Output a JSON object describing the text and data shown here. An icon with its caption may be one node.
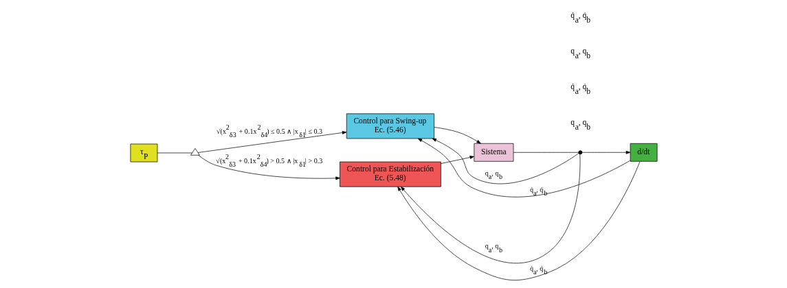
{
  "diagram": {
    "nodes": [
      {
        "text": [
          "τ$_{P}$"
        ]
      },
      {
        "text": [],
        "shape": "switch"
      },
      {
        "text": [
          "Control para Swing-up",
          "Ec. (5.46)"
        ]
      },
      {
        "text": [
          "Control para Estabilización",
          "Ec. (5.48)"
        ]
      },
      {
        "text": [
          "Sistema"
        ]
      },
      {
        "text": [],
        "shape": "circle"
      },
      {
        "text": [
          "d/dt"
        ]
      }
    ],
    "edges": [
      {
        "from": 0,
        "to": 1,
        "arrow": "none"
      },
      {
        "from": 1,
        "to": 2,
        "arrow": "to",
        "label": "√(x$^{2}$$_{δ3}$ + 0.1x$^{2}$$_{δ4}$) ≤ 0.5 ∧ |x$_{δ1}$| ≤ 0.3"
      },
      {
        "from": 1,
        "to": 3,
        "arrow": "to",
        "label": "√(x$^{2}$$_{δ3}$ + 0.1x$^{2}$$_{δ4}$) > 0.5 ∧ |x$_{δ1}$| > 0.3"
      },
      {
        "from": 2,
        "to": 4,
        "arrow": "to"
      },
      {
        "from": 3,
        "to": 4,
        "arrow": "to"
      },
      {
        "from": 4,
        "to": 5,
        "arrow": "none"
      },
      {
        "from": 5,
        "to": 6,
        "arrow": "to"
      },
      {
        "from": 6,
        "to": 2,
        "arrow": "to",
        "label": "q̇$_{a}$, q̇$_{b}$"
      },
      {
        "from": 5,
        "to": 2,
        "arrow": "to",
        "label": "q$_{a}$, q$_{b}$"
      },
      {
        "from": 5,
        "to": 3,
        "arrow": "to",
        "label": "q$_{a}$, q$_{b}$"
      },
      {
        "from": 6,
        "to": 3,
        "arrow": "to",
        "label": "q̇$_{a}$, q̇$_{b}$"
      }
    ],
    "labels": [
      "q$_{a}$, q$_{b}$",
      "q̇$_{a}$, q̇$_{b}$",
      "q$_{a}$, q$_{b}$",
      "q̇$_{a}$, q̇$_{b}$"
    ]
  }
}
